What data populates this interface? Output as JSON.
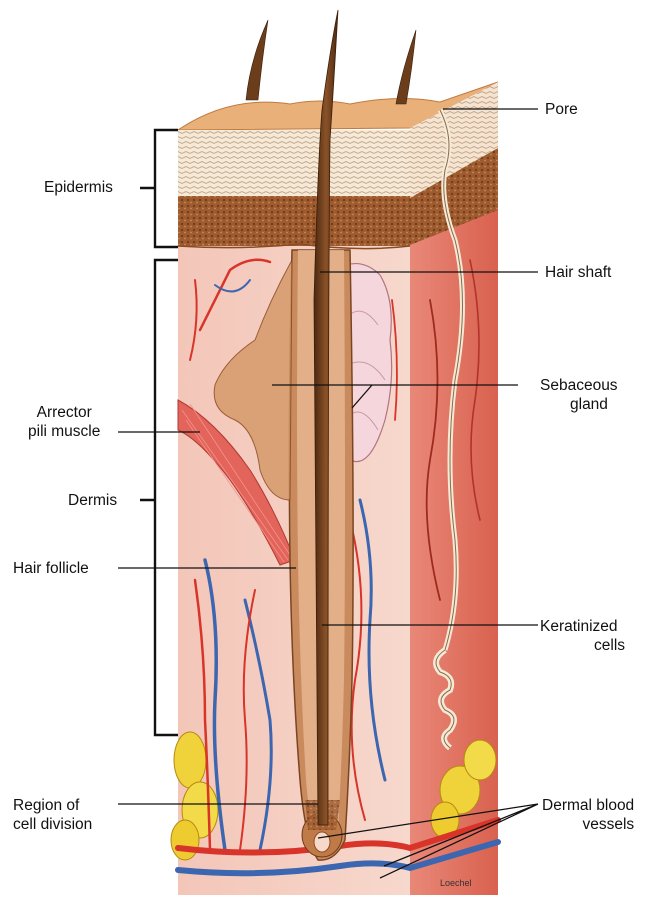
{
  "labels": {
    "pore": "Pore",
    "epidermis": "Epidermis",
    "hair_shaft": "Hair shaft",
    "sebaceous_gland": [
      "Sebaceous",
      "gland"
    ],
    "arrector_pili_muscle": [
      "Arrector",
      "pili muscle"
    ],
    "dermis": "Dermis",
    "hair_follicle": "Hair follicle",
    "keratinized_cells": [
      "Keratinized",
      "cells"
    ],
    "region_of_cell_division": [
      "Region of",
      "cell division"
    ],
    "dermal_blood_vessels": [
      "Dermal blood",
      "vessels"
    ]
  },
  "credit": "Loechel",
  "colors": {
    "epidermis_light": "#f3e4cc",
    "epidermis_dark": "#9a5a2e",
    "dermis": "#f2c9bf",
    "dermis_side": "#e2786a",
    "artery": "#d8342a",
    "vein": "#3d66b0",
    "fat": "#f0d23a",
    "hair": "#6b3d1b",
    "gland": "#f5d6dc"
  }
}
